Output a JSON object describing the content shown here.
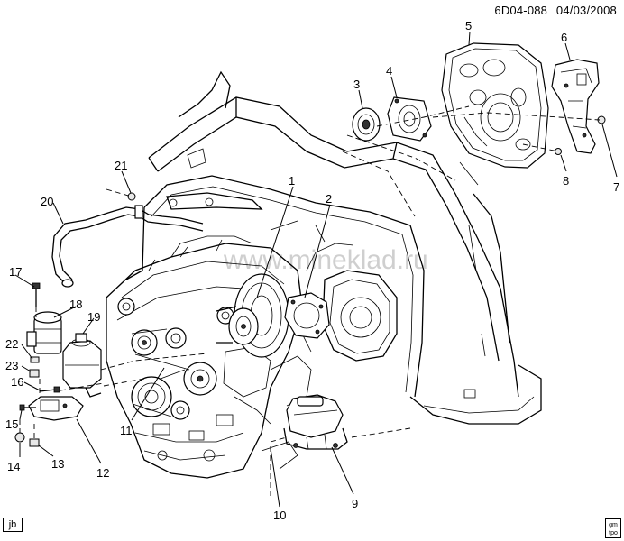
{
  "header": {
    "code": "6D04-088",
    "date": "04/03/2008"
  },
  "watermark": "www.mineklad.ru",
  "corner_tag": "jb",
  "gm_logo": {
    "line1": "gm",
    "line2": "tpo"
  },
  "callouts": [
    "1",
    "2",
    "3",
    "4",
    "5",
    "6",
    "7",
    "8",
    "9",
    "10",
    "11",
    "12",
    "13",
    "14",
    "15",
    "16",
    "17",
    "18",
    "19",
    "20",
    "21",
    "22",
    "23"
  ]
}
